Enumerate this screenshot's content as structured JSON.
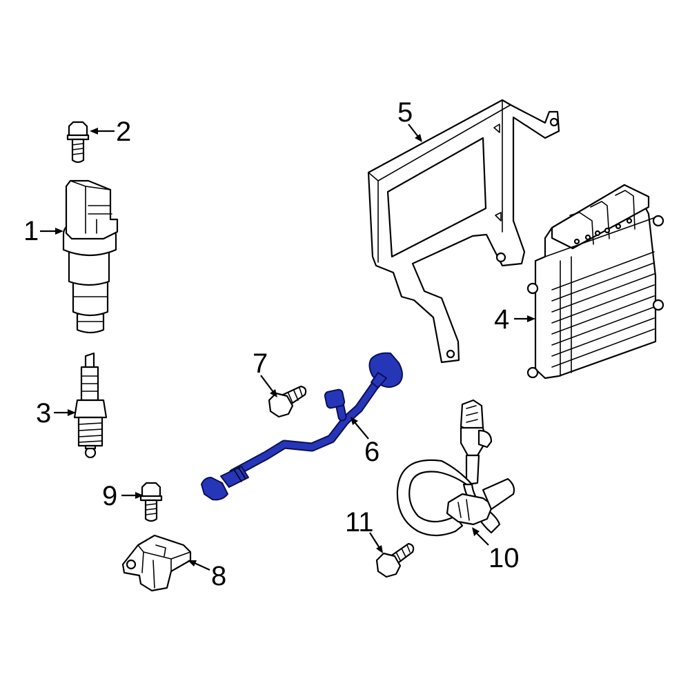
{
  "callouts": {
    "c1": "1",
    "c2": "2",
    "c3": "3",
    "c4": "4",
    "c5": "5",
    "c6": "6",
    "c7": "7",
    "c8": "8",
    "c9": "9",
    "c10": "10",
    "c11": "11"
  },
  "colors": {
    "highlight": "#2636b8",
    "line": "#000000",
    "background": "#ffffff"
  }
}
